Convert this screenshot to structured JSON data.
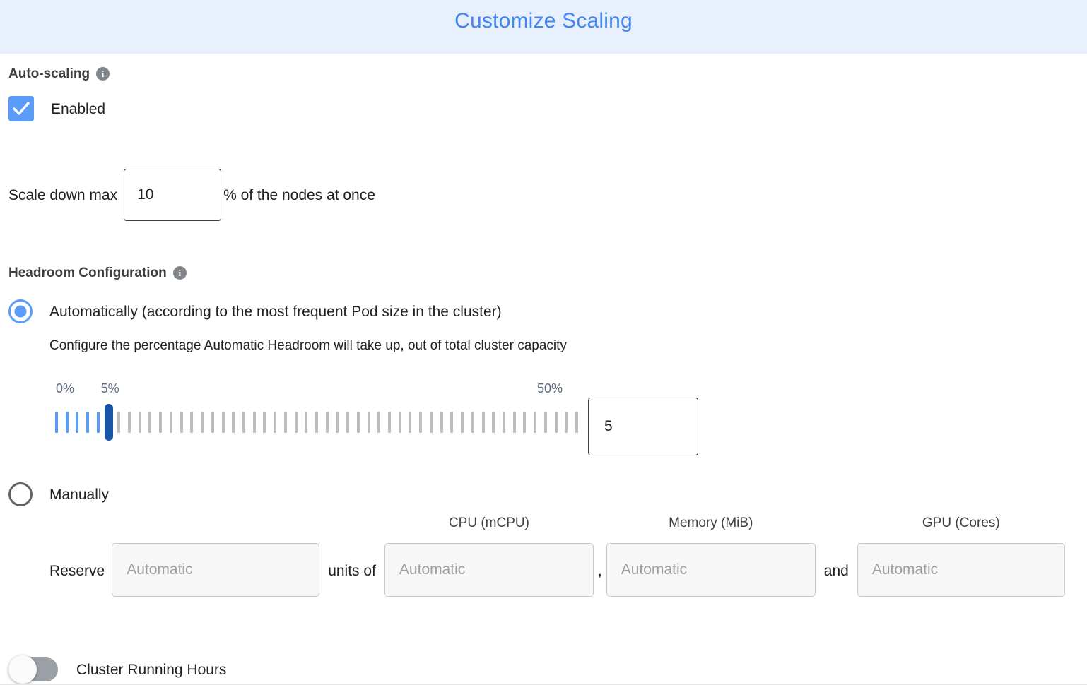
{
  "header": {
    "title": "Customize Scaling",
    "title_color": "#4285f4",
    "band_color": "#e8f0fe"
  },
  "autoscaling": {
    "section_label": "Auto-scaling",
    "info_icon": "info-icon",
    "info_glyph": "i",
    "enabled_label": "Enabled",
    "enabled_checked": true,
    "accent_color": "#5b9cf8"
  },
  "scale_down": {
    "prefix_label": "Scale down max",
    "value": "10",
    "suffix_label": "% of the nodes at once"
  },
  "headroom": {
    "section_label": "Headroom Configuration",
    "info_glyph": "i",
    "automatic": {
      "label": "Automatically (according to the most frequent Pod size in the cluster)",
      "selected": true,
      "description": "Configure the percentage Automatic Headroom will take up, out of total cluster capacity"
    },
    "slider": {
      "min_label": "0%",
      "current_label": "5%",
      "max_label": "50%",
      "min": 0,
      "max": 50,
      "value": 5,
      "tick_count": 51,
      "active_color": "#5b9cf8",
      "inactive_color": "#bdbdbd",
      "thumb_color": "#1a56a8",
      "label_color": "#5f6c84",
      "input_value": "5"
    },
    "manual": {
      "label": "Manually",
      "selected": false,
      "reserve_label": "Reserve",
      "units_of_label": "units of",
      "comma_label": ",",
      "and_label": "and",
      "count_placeholder": "Automatic",
      "fields": [
        {
          "header": "CPU (mCPU)",
          "placeholder": "Automatic",
          "value": ""
        },
        {
          "header": "Memory (MiB)",
          "placeholder": "Automatic",
          "value": ""
        },
        {
          "header": "GPU (Cores)",
          "placeholder": "Automatic",
          "value": ""
        }
      ]
    }
  },
  "cluster_running_hours": {
    "label": "Cluster Running Hours",
    "enabled": false
  }
}
